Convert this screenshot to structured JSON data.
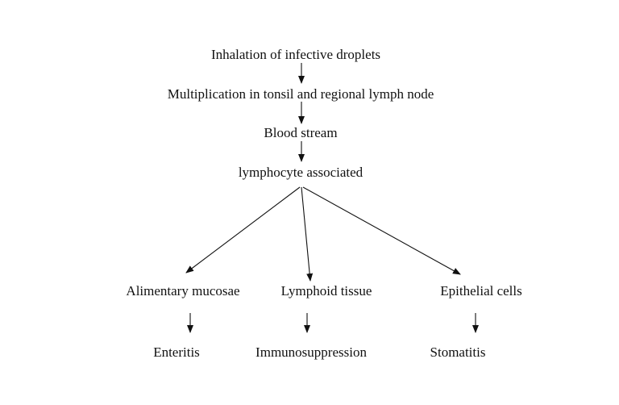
{
  "flow": {
    "step1": "Inhalation of infective droplets",
    "step2": "Multiplication in tonsil and regional lymph node",
    "step3": "Blood stream",
    "step4": "lymphocyte associated"
  },
  "branches": {
    "left": {
      "target": "Alimentary mucosae",
      "outcome": "Enteritis"
    },
    "middle": {
      "target": "Lymphoid tissue",
      "outcome": "Immunosuppression"
    },
    "right": {
      "target": "Epithelial cells",
      "outcome": "Stomatitis"
    }
  },
  "colors": {
    "ink": "#111111",
    "background": "#ffffff"
  }
}
